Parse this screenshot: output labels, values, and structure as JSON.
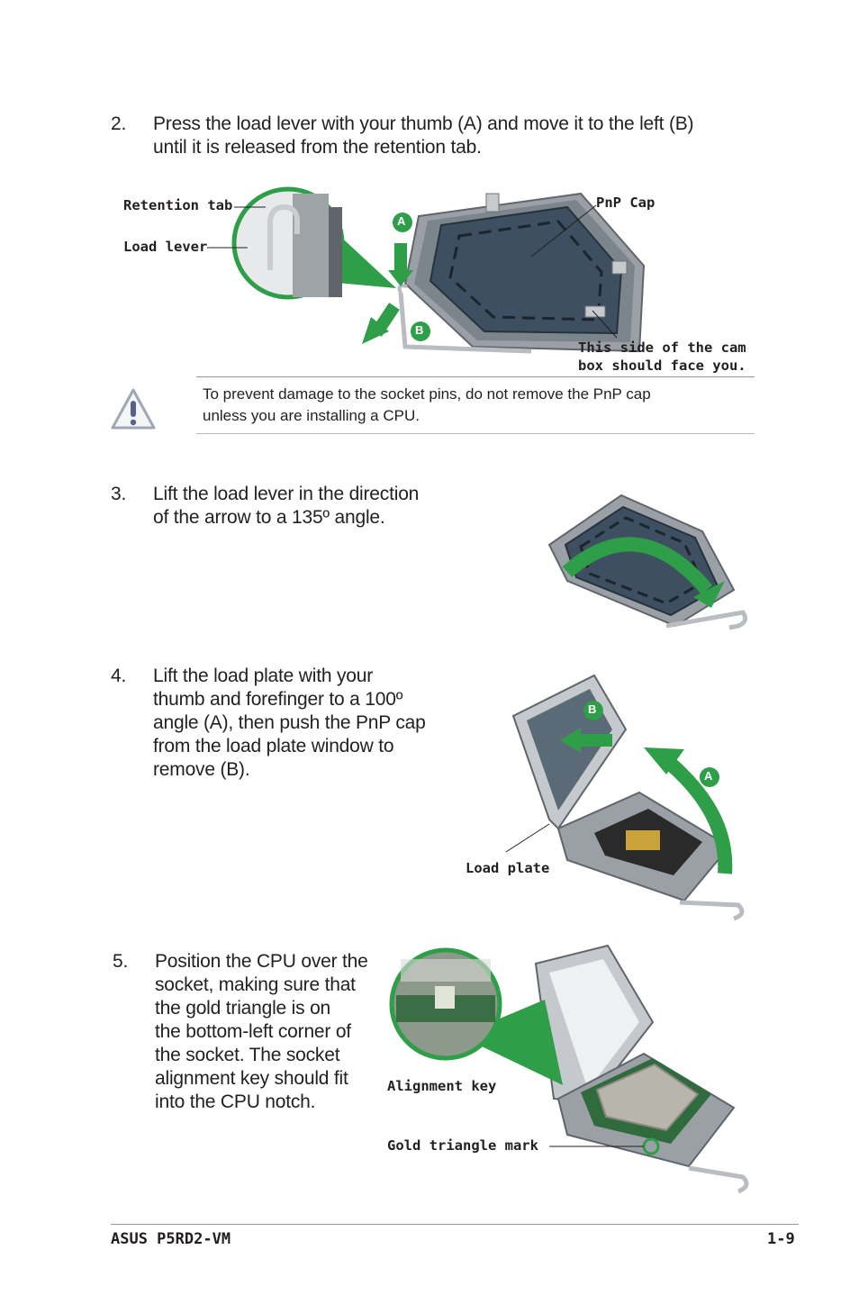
{
  "step2": {
    "number": "2.",
    "line1": "Press the load lever with your thumb (A) and move it to the left (B)",
    "line2": "until it is released from the retention tab."
  },
  "figure1": {
    "retention_tab": "Retention tab",
    "load_lever": "Load lever",
    "pnp_cap": "PnP Cap",
    "cam_box_line1": "This side of the cam",
    "cam_box_line2": "box should face you.",
    "marker_a": "A",
    "marker_b": "B"
  },
  "caution": {
    "icon": "warning-triangle-icon",
    "line1": "To prevent damage to the socket pins, do not remove the PnP cap",
    "line2": "unless you are installing a CPU."
  },
  "step3": {
    "number": "3.",
    "line1": "Lift the load lever in the direction",
    "line2": "of the arrow to a 135º angle."
  },
  "step4": {
    "number": "4.",
    "line1": "Lift the load plate with your",
    "line2": "thumb and forefinger to a 100º",
    "line3": "angle (A), then push the PnP cap",
    "line4": "from the load plate window to",
    "line5": "remove (B)."
  },
  "figure3": {
    "load_plate": "Load plate",
    "marker_a": "A",
    "marker_b": "B"
  },
  "step5": {
    "number": "5.",
    "line1": "Position the CPU over the",
    "line2": "socket, making sure that",
    "line3": "the gold triangle is on",
    "line4": "the bottom-left corner of",
    "line5": "the socket. The socket",
    "line6": "alignment key should fit",
    "line7": "into the CPU notch."
  },
  "figure4": {
    "alignment_key": "Alignment key",
    "gold_triangle_mark": "Gold triangle mark"
  },
  "footer": {
    "left": "ASUS P5RD2-VM",
    "right": "1-9"
  },
  "colors": {
    "accent_green": "#2e9e48",
    "socket_gray": "#8a8f95",
    "cap_blue": "#3d4f60"
  }
}
